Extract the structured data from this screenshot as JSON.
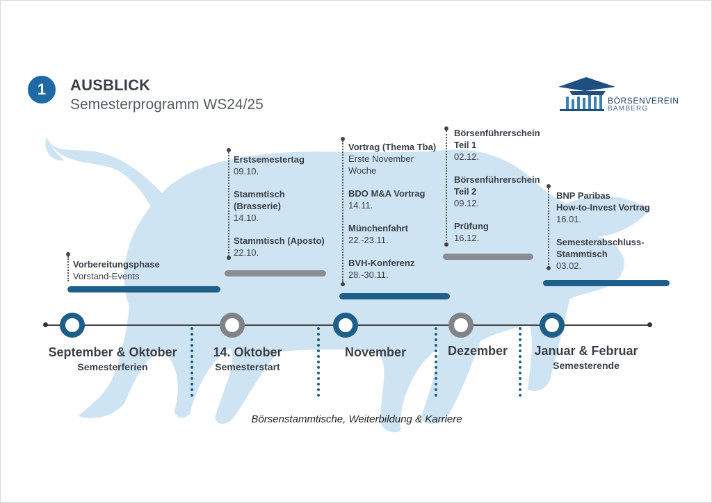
{
  "header": {
    "badge": "1",
    "title": "AUSBLICK",
    "subtitle": "Semesterprogramm WS24/25"
  },
  "logo": {
    "name": "BÖRSENVEREIN",
    "city": "BAMBERG",
    "icon": "columns-building-icon"
  },
  "colors": {
    "accent": "#1d5f88",
    "bull": "#cfe4f3",
    "bar_gray": "#8a8d91",
    "badge": "#1f6aa5"
  },
  "columns": [
    {
      "events": [
        {
          "title": "Vorbereitungsphase",
          "detail": "Vorstand-Events"
        }
      ],
      "month": "September & Oktober",
      "sub": "Semesterferien"
    },
    {
      "events": [
        {
          "title": "Erstsemestertag",
          "detail": "09.10."
        },
        {
          "title": "Stammtisch\n(Brasserie)",
          "detail": "14.10."
        },
        {
          "title": "Stammtisch (Aposto)",
          "detail": "22.10."
        }
      ],
      "month": "14. Oktober",
      "sub": "Semesterstart"
    },
    {
      "events": [
        {
          "title": "Vortrag (Thema Tba)",
          "detail": "Erste November\nWoche"
        },
        {
          "title": "BDO M&A Vortrag",
          "detail": "14.11."
        },
        {
          "title": "Münchenfahrt",
          "detail": "22.-23.11."
        },
        {
          "title": "BVH-Konferenz",
          "detail": "28.-30.11."
        }
      ],
      "month": "November",
      "sub": ""
    },
    {
      "events": [
        {
          "title": "Börsenführerschein\nTeil 1",
          "detail": "02.12."
        },
        {
          "title": "Börsenführerschein\nTeil 2",
          "detail": "09.12."
        },
        {
          "title": "Prüfung",
          "detail": "16.12."
        }
      ],
      "month": "Dezember",
      "sub": ""
    },
    {
      "events": [
        {
          "title": "BNP Paribas\nHow-to-Invest Vortrag",
          "detail": "16.01."
        },
        {
          "title": "Semesterabschluss-\nStammtisch",
          "detail": "03.02."
        }
      ],
      "month": "Januar & Februar",
      "sub": "Semesterende"
    }
  ],
  "footer": "Börsenstammtische, Weiterbildung & Karriere"
}
